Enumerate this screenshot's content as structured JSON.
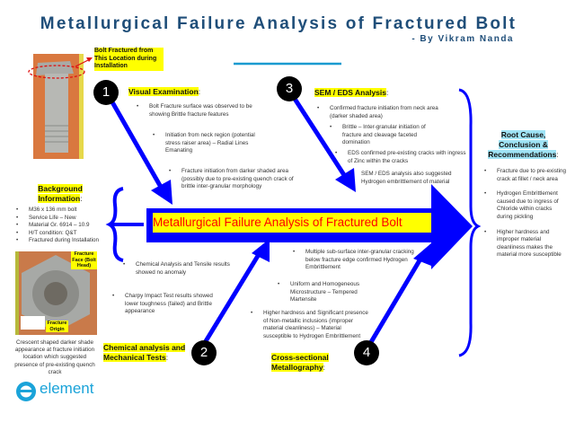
{
  "title": "Metallurgical Failure Analysis of Fractured Bolt",
  "author": "- By Vikram Nanda",
  "bolt_label": "Bolt Fractured from This Location during Installation",
  "main_arrow_text": "Metallurgical Failure Analysis of Fractured Bolt",
  "colors": {
    "title": "#1f4e79",
    "arrow": "#0000ff",
    "highlight": "#ffff00",
    "main_text": "#ff0000",
    "root_highlight": "#9fe3f5",
    "logo": "#1aa3d9"
  },
  "background": {
    "title": "Background Information",
    "items": [
      "M36 x 136 mm bolt",
      "Service Life – New",
      "Material Gr. 6914 – 10.9",
      "H/T condition: Q&T",
      "Fractured during Installation"
    ]
  },
  "fracture_photo": {
    "face_label": "Fracture Face (Bolt Head)",
    "origin_label": "Fracture Origin"
  },
  "caption": "Crescent shaped darker shade appearance at fracture initiation location which suggested presence of pre-existing quench crack",
  "logo": "element",
  "steps": [
    {
      "number": "1",
      "title": "Visual Examination",
      "items": [
        "Bolt Fracture surface was observed to be showing Brittle fracture features",
        "Initiation from neck region (potential stress raiser area) – Radial Lines Emanating",
        "Fracture initiation from darker shaded area (possibly due to pre-existing quench crack of brittle inter-granular morphology"
      ]
    },
    {
      "number": "2",
      "title": "Chemical analysis and Mechanical Tests",
      "items": [
        "Chemical Analysis and Tensile results showed no anomaly",
        "Charpy Impact Test results showed lower toughness (failed) and Brittle appearance"
      ]
    },
    {
      "number": "3",
      "title": "SEM / EDS Analysis",
      "items": [
        "Confirmed fracture initiation from neck area (darker shaded area)",
        "Brittle – Inter-granular initiation of fracture and cleavage faceted domination",
        "EDS confirmed pre-existing cracks with ingress of Zinc within the cracks",
        "SEM / EDS analysis also suggested Hydrogen embrittlement of material"
      ]
    },
    {
      "number": "4",
      "title": "Cross-sectional Metallography",
      "items": [
        "Multiple sub-surface inter-granular cracking below fracture edge confirmed Hydrogen Embrittlement",
        "Uniform and Homogeneous Microstructure – Tempered Martensite",
        "Higher hardness and Significant presence of Non-metallic inclusions (improper material cleanliness) – Material susceptible to Hydrogen Embrittlement"
      ]
    }
  ],
  "conclusion": {
    "title": "Root Cause, Conclusion & Recommendations",
    "items": [
      "Fracture due to pre-existing crack at fillet / neck area",
      "Hydrogen Embrittlement caused due to ingress of Chloride within cracks during pickling",
      "Higher hardness and improper material cleanliness makes the material more susceptible"
    ]
  }
}
